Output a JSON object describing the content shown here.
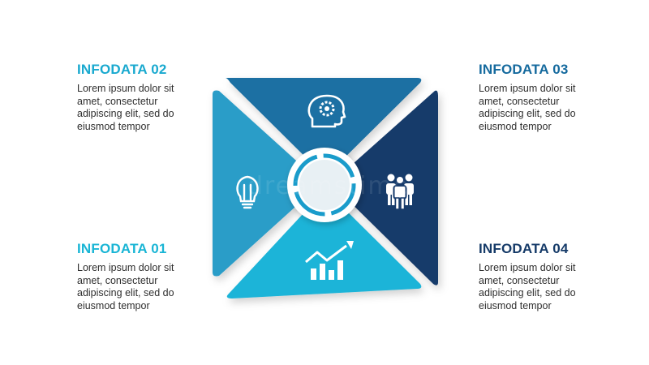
{
  "panels": {
    "infodata_02": {
      "title": "INFODATA 02",
      "lines": [
        "Lorem ipsum dolor sit",
        "amet, consectetur",
        "adipiscing elit, sed do",
        "eiusmod tempor"
      ]
    },
    "infodata_01": {
      "title": "INFODATA 01",
      "lines": [
        "Lorem ipsum dolor sit",
        "amet, consectetur",
        "adipiscing elit, sed do",
        "eiusmod tempor"
      ]
    },
    "infodata_03": {
      "title": "INFODATA 03",
      "lines": [
        "Lorem ipsum dolor sit",
        "amet, consectetur",
        "adipiscing elit, sed do",
        "eiusmod tempor"
      ]
    },
    "infodata_04": {
      "title": "INFODATA 04",
      "lines": [
        "Lorem ipsum dolor sit",
        "amet, consectetur",
        "adipiscing elit, sed do",
        "eiusmod tempor"
      ]
    }
  },
  "colors": {
    "title_01": "#19b5d5",
    "title_02": "#19a9cf",
    "title_03": "#156a9e",
    "title_04": "#153a68",
    "segment_left": "#2a9dc8",
    "segment_top": "#1a6fa3",
    "segment_right": "#163a6b",
    "segment_bottom": "#1fb4d8",
    "center_ring": "#ffffff"
  },
  "icons": {
    "left": "lightbulb-icon",
    "top": "head-gear-icon",
    "right": "team-icon",
    "bottom": "growth-chart-icon"
  },
  "watermark": "dreamstime"
}
